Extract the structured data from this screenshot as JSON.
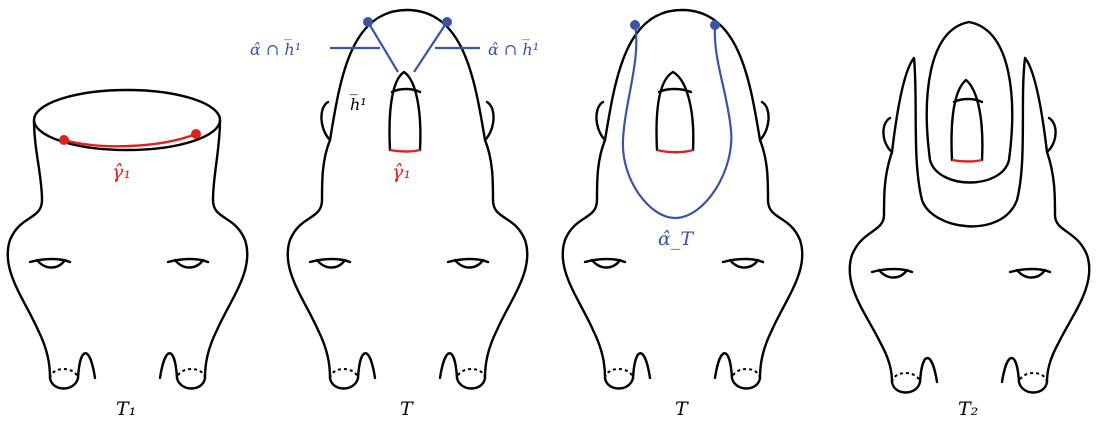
{
  "colors": {
    "stroke": "#000000",
    "highlight": "#e02020",
    "blue": "#3a54a4"
  },
  "panels": [
    {
      "caption": "T₁",
      "curve_label": "γ̂₁"
    },
    {
      "caption": "T",
      "curve_label": "γ̂₁",
      "intersection_left": "α̂ ∩ h̅¹",
      "intersection_right": "α̂ ∩ h̅¹",
      "handle_label": "h̅¹"
    },
    {
      "caption": "T",
      "curve_label": "α̂_T"
    },
    {
      "caption": "T₂"
    }
  ]
}
